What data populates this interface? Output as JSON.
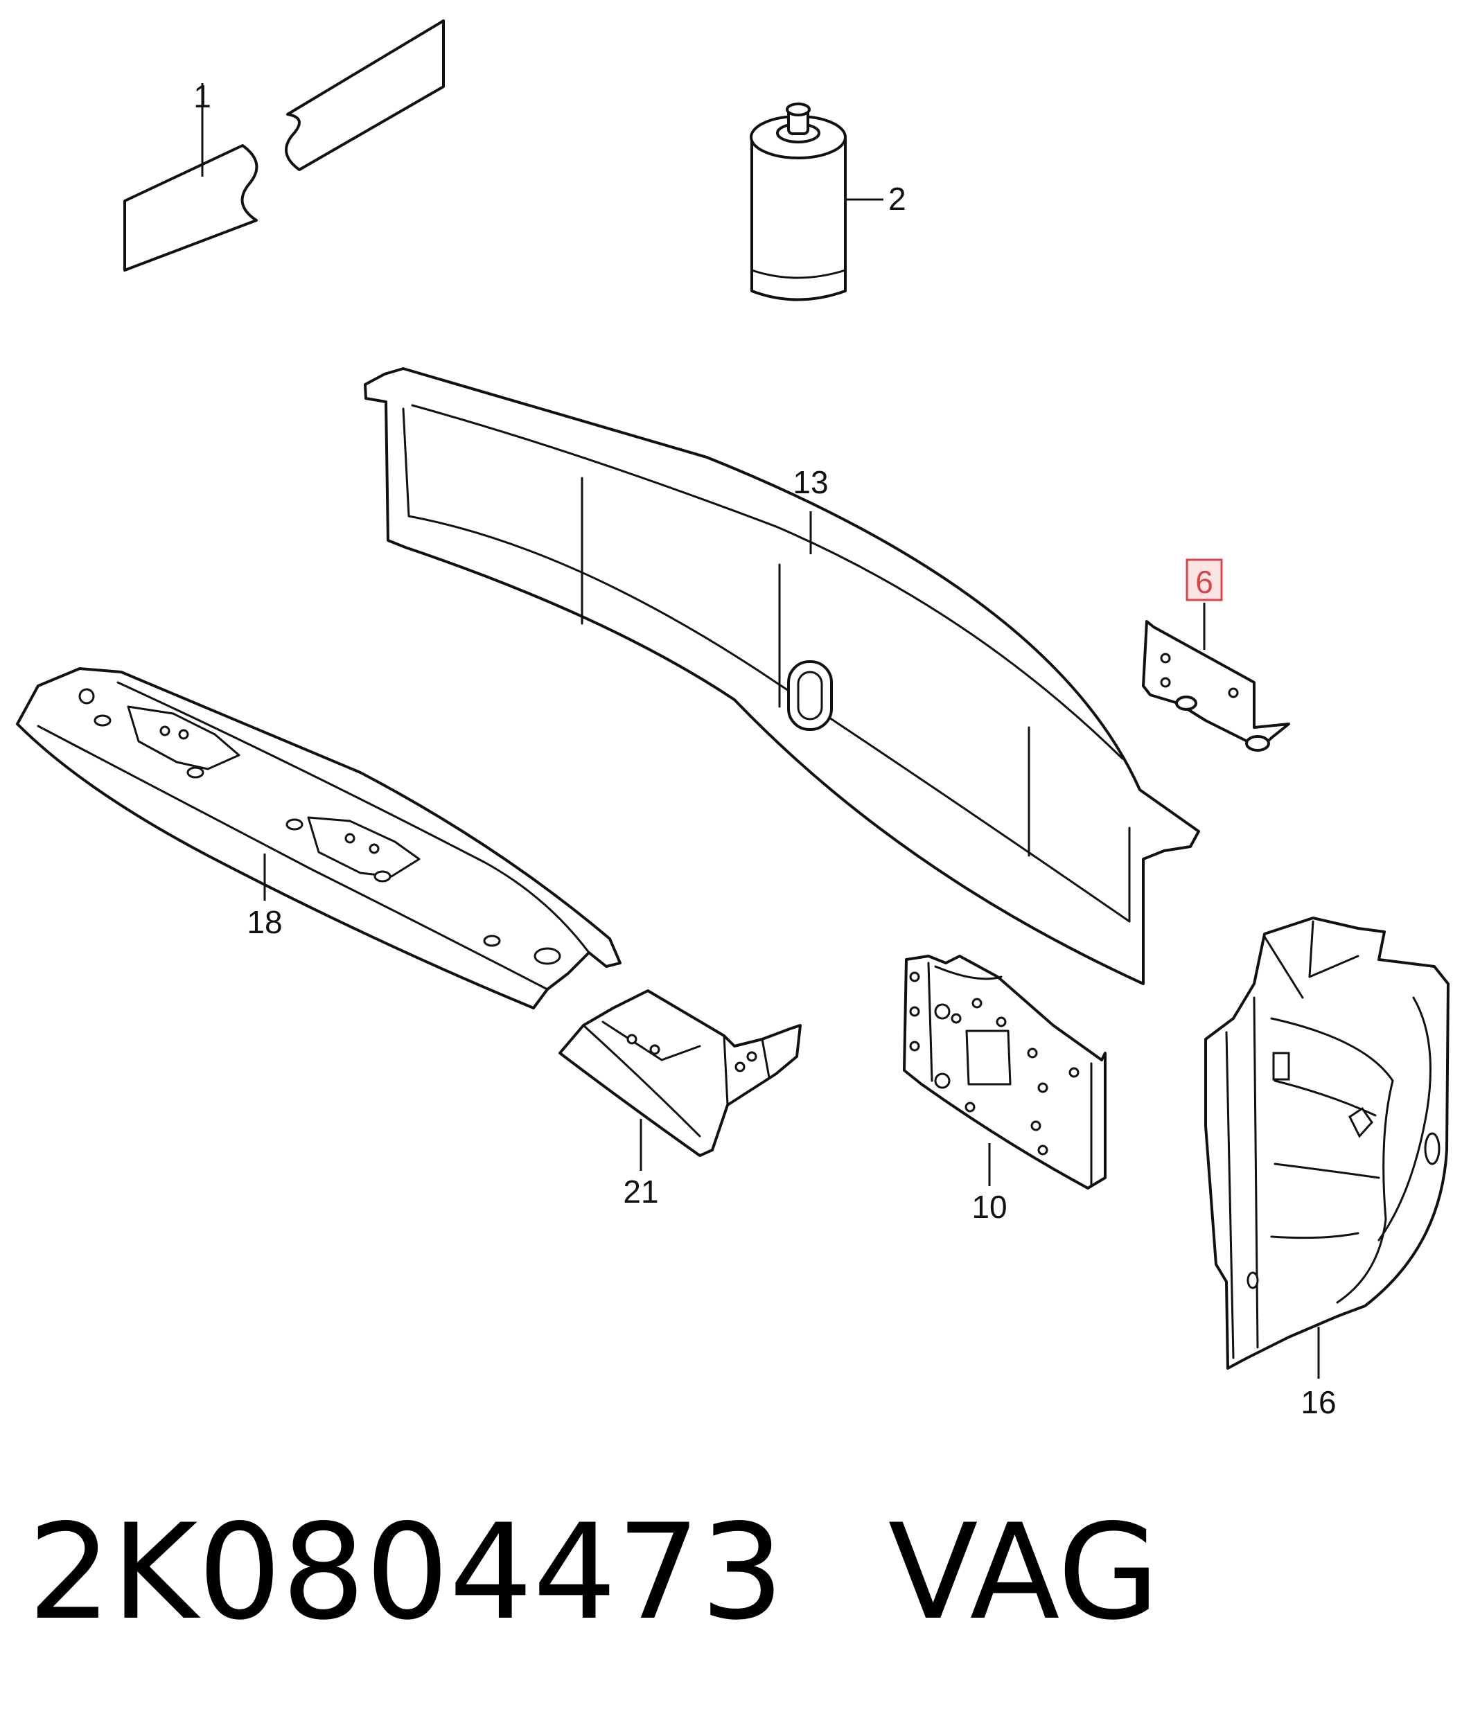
{
  "callouts": {
    "c1": "1",
    "c2": "2",
    "c13": "13",
    "c6": "6",
    "c18": "18",
    "c21": "21",
    "c10": "10",
    "c16": "16"
  },
  "highlighted_callout": "6",
  "colors": {
    "line": "#111111",
    "highlight": "#d9434a",
    "highlight_fill": "#fbe4e4",
    "background": "#ffffff"
  },
  "footer": {
    "part_number": "2K0804473",
    "brand": "VAG"
  }
}
